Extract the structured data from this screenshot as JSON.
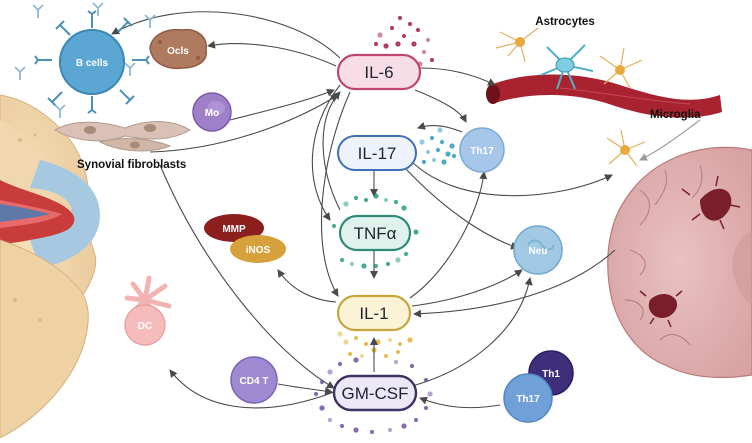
{
  "cytokines": {
    "il6": "IL-6",
    "il17": "IL-17",
    "tnfa": "TNFα",
    "il1": "IL-1",
    "gmcsf": "GM-CSF"
  },
  "cells": {
    "b_cells": "B cells",
    "ocls": "Ocls",
    "mo": "Mo",
    "th17_top": "Th17",
    "neu": "Neu",
    "mmp": "MMP",
    "inos": "iNOS",
    "dc": "DC",
    "cd4t": "CD4 T",
    "th1": "Th1",
    "th17_bottom": "Th17"
  },
  "labels": {
    "synovial_fibroblasts": "Synovial fibroblasts",
    "astrocytes": "Astrocytes",
    "microglia": "Microglia"
  },
  "colors": {
    "il6_border": "#c0456b",
    "il6_fill": "#f7dde6",
    "il17_border": "#3f6fb5",
    "il17_fill": "#eef3fb",
    "tnfa_border": "#2f8a78",
    "tnfa_fill": "#dff2ec",
    "il1_border": "#c9a43a",
    "il1_fill": "#fbf3d6",
    "gmcsf_border": "#3d3263",
    "gmcsf_fill": "#ece8f6",
    "dots_il6": "#a8294f",
    "dots_il17": "#3b9fc9",
    "dots_tnfa": "#2fa58a",
    "dots_il1": "#e0b83a",
    "dots_gmcsf": "#7a5aa8"
  }
}
